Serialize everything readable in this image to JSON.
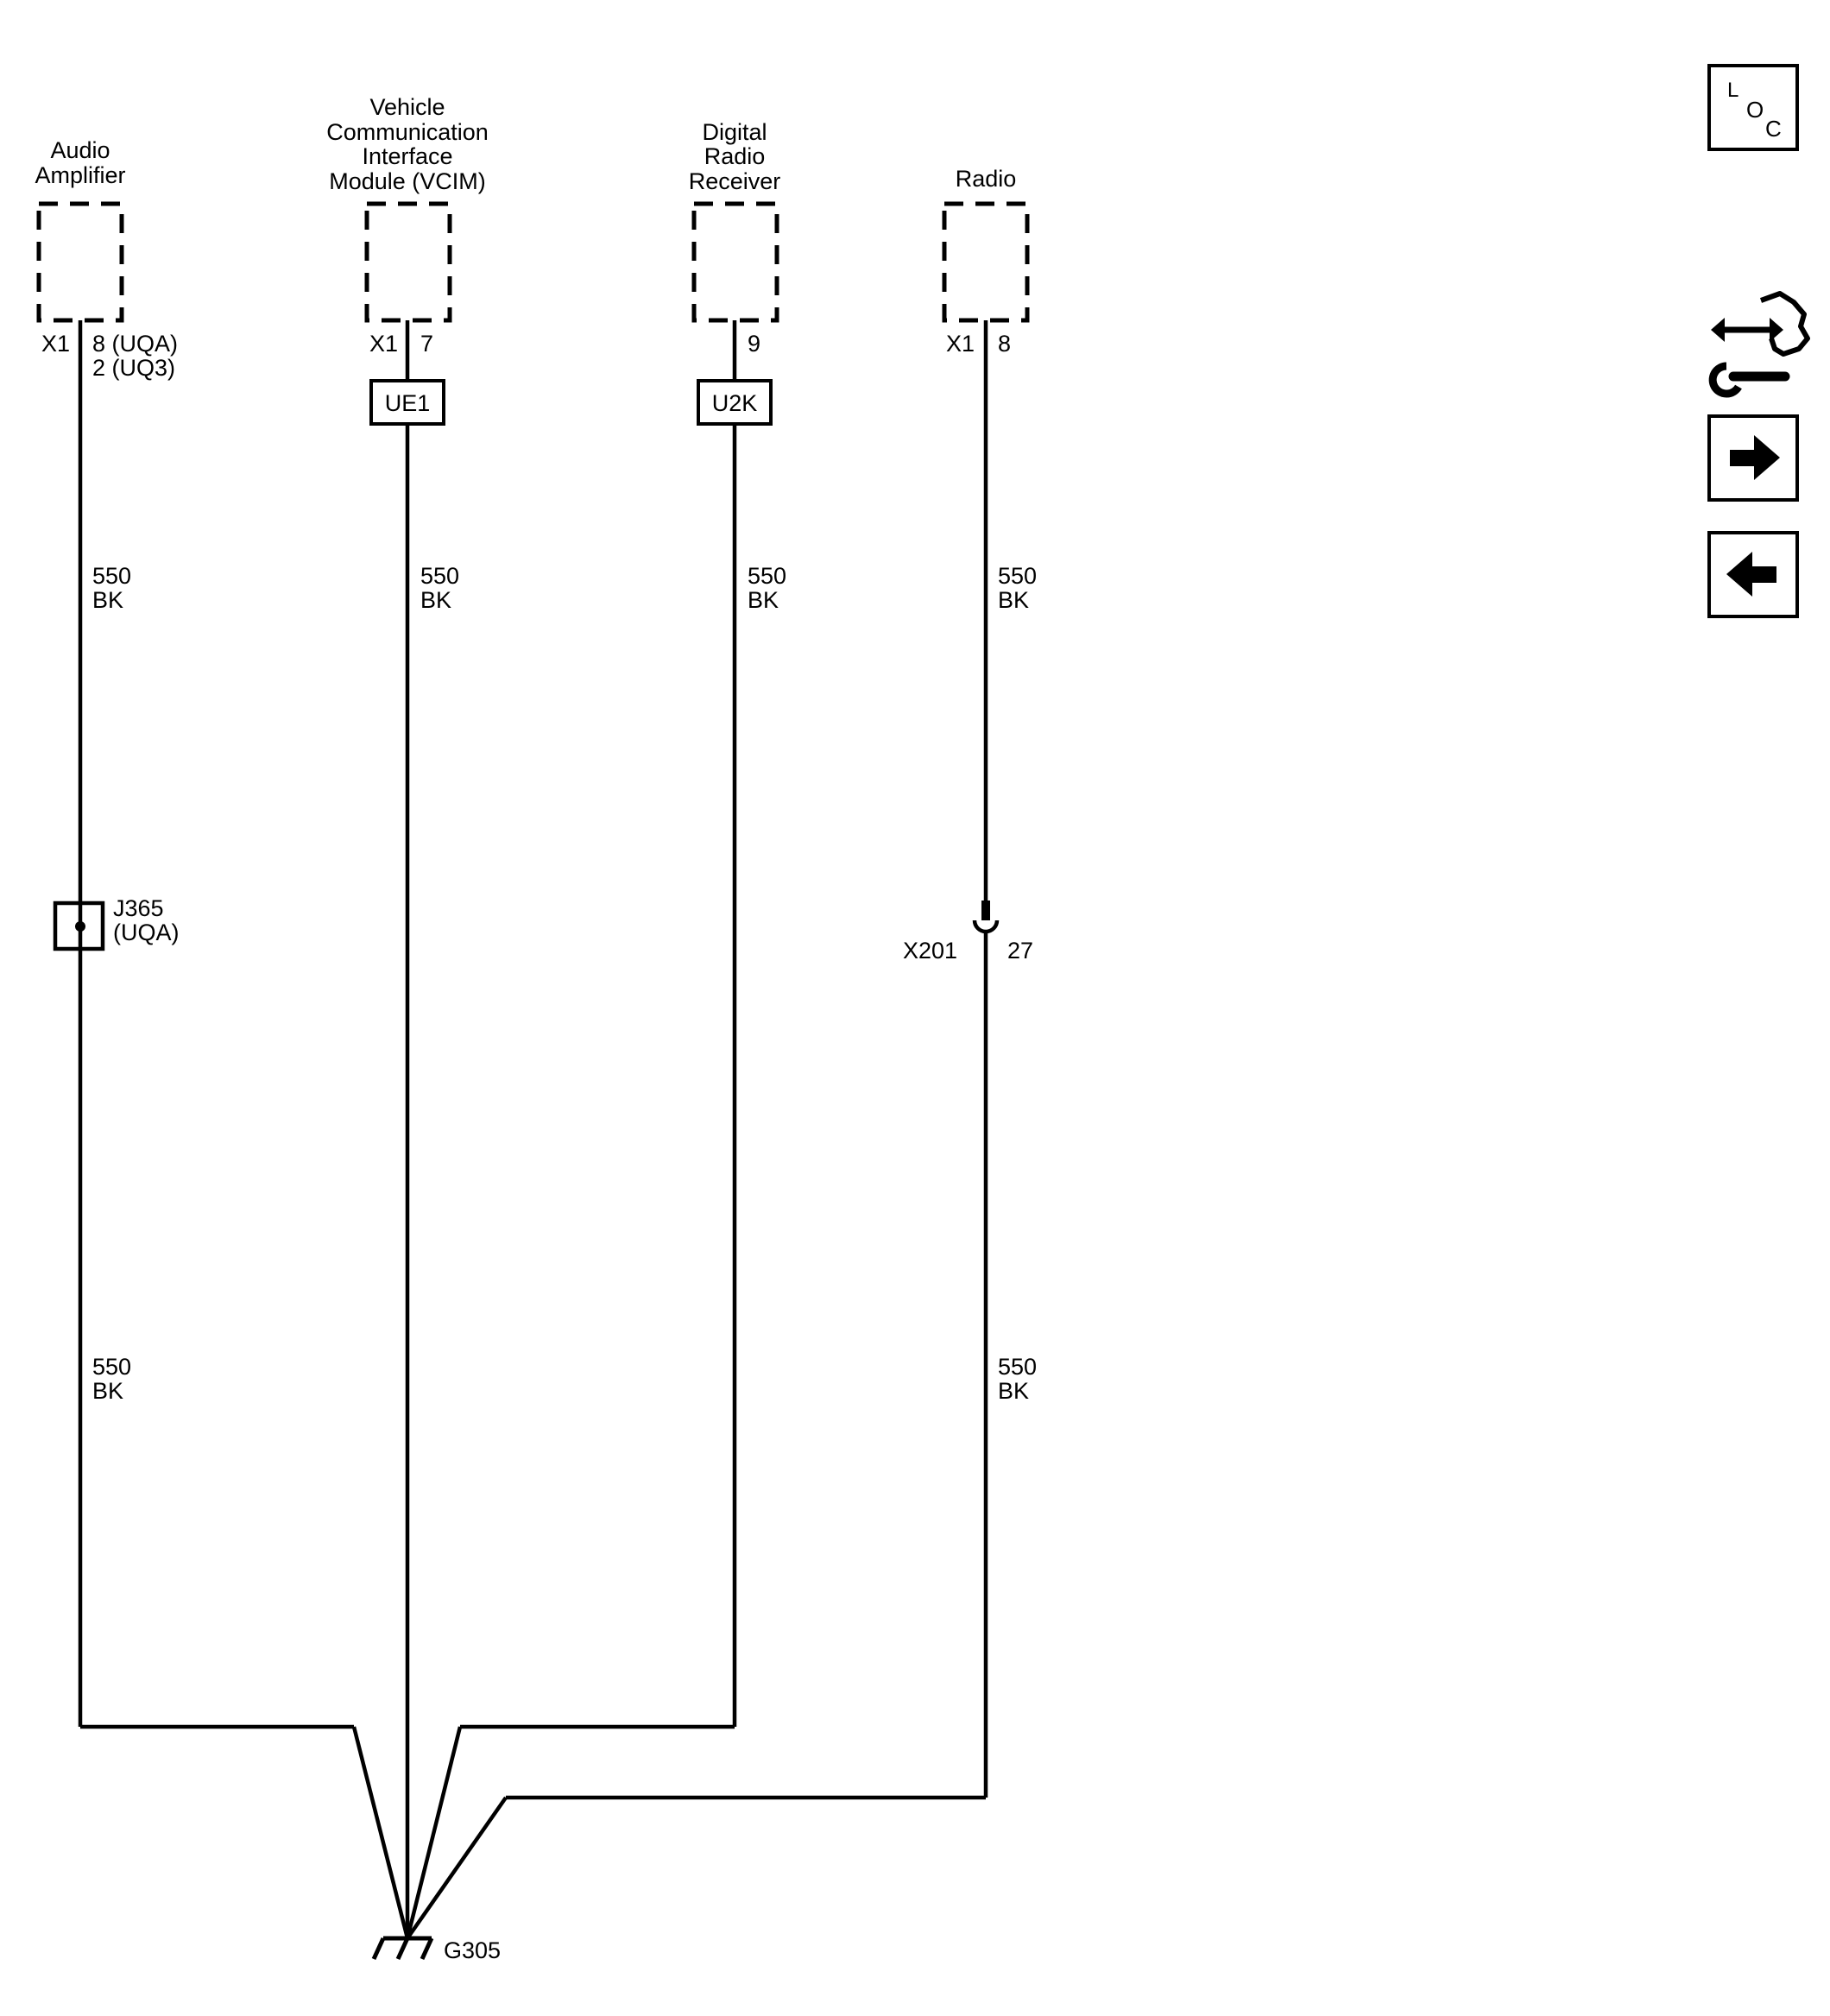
{
  "components": {
    "audio_amplifier": {
      "name_line1": "Audio",
      "name_line2": "Amplifier",
      "connector": "X1",
      "pin_line1": "8 (UQA)",
      "pin_line2": "2 (UQ3)"
    },
    "vcim": {
      "name_line1": "Vehicle",
      "name_line2": "Communication",
      "name_line3": "Interface",
      "name_line4": "Module (VCIM)",
      "connector": "X1",
      "pin": "7",
      "option": "UE1"
    },
    "digital_radio_receiver": {
      "name_line1": "Digital",
      "name_line2": "Radio",
      "name_line3": "Receiver",
      "pin": "9",
      "option": "U2K"
    },
    "radio": {
      "name": "Radio",
      "connector": "X1",
      "pin": "8"
    }
  },
  "wires": {
    "circuit": "550",
    "color": "BK"
  },
  "splice": {
    "name": "J365",
    "option": "(UQA)"
  },
  "inline_connector": {
    "name": "X201",
    "pin": "27"
  },
  "ground": {
    "name": "G305"
  },
  "side_icons": {
    "loc": {
      "l": "L",
      "o": "O",
      "c": "C",
      "icon": "location-icon"
    },
    "harness": {
      "icon": "harness-connector-icon"
    },
    "next": {
      "icon": "arrow-right-icon"
    },
    "prev": {
      "icon": "arrow-left-icon"
    }
  }
}
